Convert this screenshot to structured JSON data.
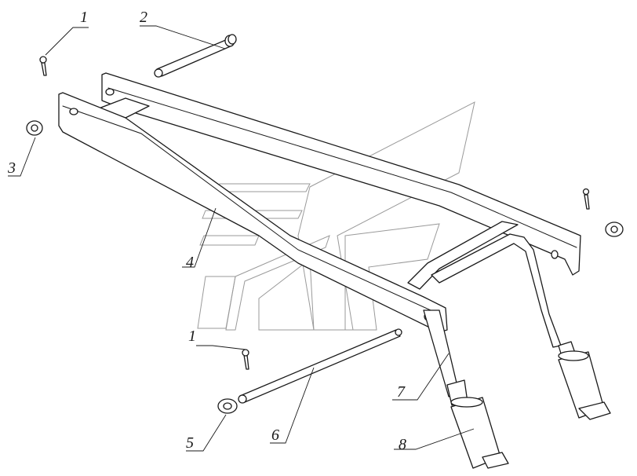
{
  "callouts": [
    {
      "id": "c1a",
      "text": "1"
    },
    {
      "id": "c2",
      "text": "2"
    },
    {
      "id": "c3",
      "text": "3"
    },
    {
      "id": "c4",
      "text": "4"
    },
    {
      "id": "c1b",
      "text": "1"
    },
    {
      "id": "c5",
      "text": "5"
    },
    {
      "id": "c6",
      "text": "6"
    },
    {
      "id": "c7",
      "text": "7"
    },
    {
      "id": "c8",
      "text": "8"
    }
  ]
}
